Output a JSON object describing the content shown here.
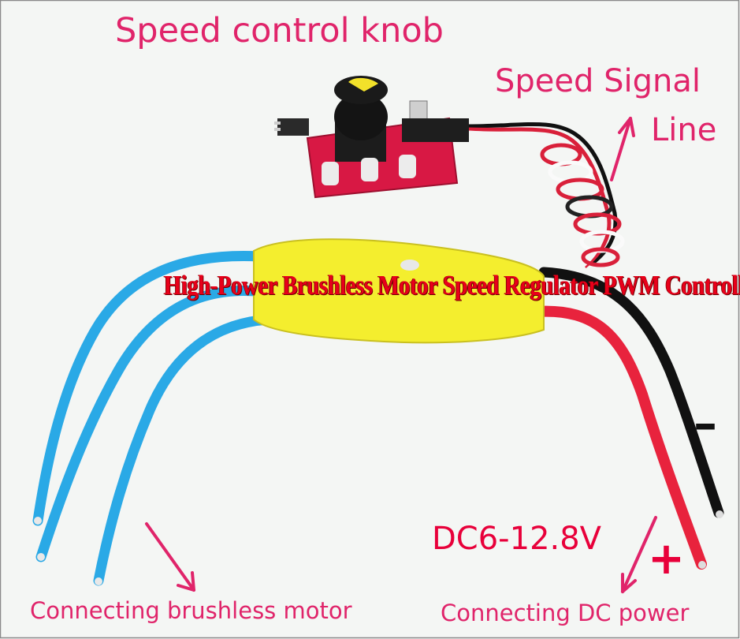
{
  "labels": {
    "knob_title": "Speed control knob",
    "signal_line_1": "Speed Signal",
    "signal_line_2": "Line",
    "headline": "High-Power Brushless Motor Speed Regulator PWM Controller",
    "voltage": "DC6-12.8V",
    "motor": "Connecting brushless motor",
    "power": "Connecting DC power",
    "minus": "–",
    "plus": "+"
  },
  "colors": {
    "label": "#e0246a",
    "headline": "#e8001a",
    "controller_body": "#f4ee2e",
    "motor_wire": "#2aa9e6",
    "positive_wire": "#e8233d",
    "negative_wire": "#111111",
    "pcb": "#d81844",
    "knob": "#141414",
    "knob_marker": "#f2e12a"
  }
}
